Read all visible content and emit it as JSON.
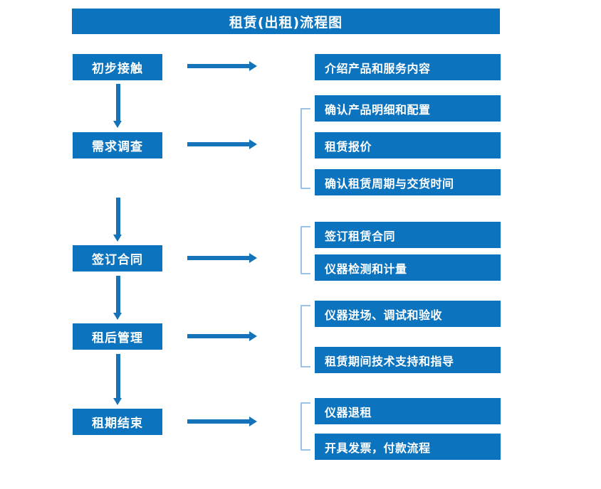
{
  "title": {
    "text": "租赁(出租)流程图"
  },
  "colors": {
    "box_blue": "#0C74BF",
    "arrow_blue": "#1573B9",
    "bracket_blue": "#9DC3E6",
    "text_white": "#FFFFFF",
    "background": "#FFFFFF"
  },
  "stages": [
    {
      "id": "stage-1",
      "label": "初步接触"
    },
    {
      "id": "stage-2",
      "label": "需求调查"
    },
    {
      "id": "stage-3",
      "label": "签订合同"
    },
    {
      "id": "stage-4",
      "label": "租后管理"
    },
    {
      "id": "stage-5",
      "label": "租期结束"
    }
  ],
  "details": {
    "stage_1": [
      {
        "label": "介绍产品和服务内容"
      }
    ],
    "stage_2": [
      {
        "label": "确认产品明细和配置"
      },
      {
        "label": "租赁报价"
      },
      {
        "label": "确认租赁周期与交货时间"
      }
    ],
    "stage_3": [
      {
        "label": "签订租赁合同"
      },
      {
        "label": "仪器检测和计量"
      }
    ],
    "stage_4": [
      {
        "label": "仪器进场、调试和验收"
      },
      {
        "label": "租赁期间技术支持和指导"
      }
    ],
    "stage_5": [
      {
        "label": "仪器退租"
      },
      {
        "label": "开具发票，付款流程"
      }
    ]
  }
}
